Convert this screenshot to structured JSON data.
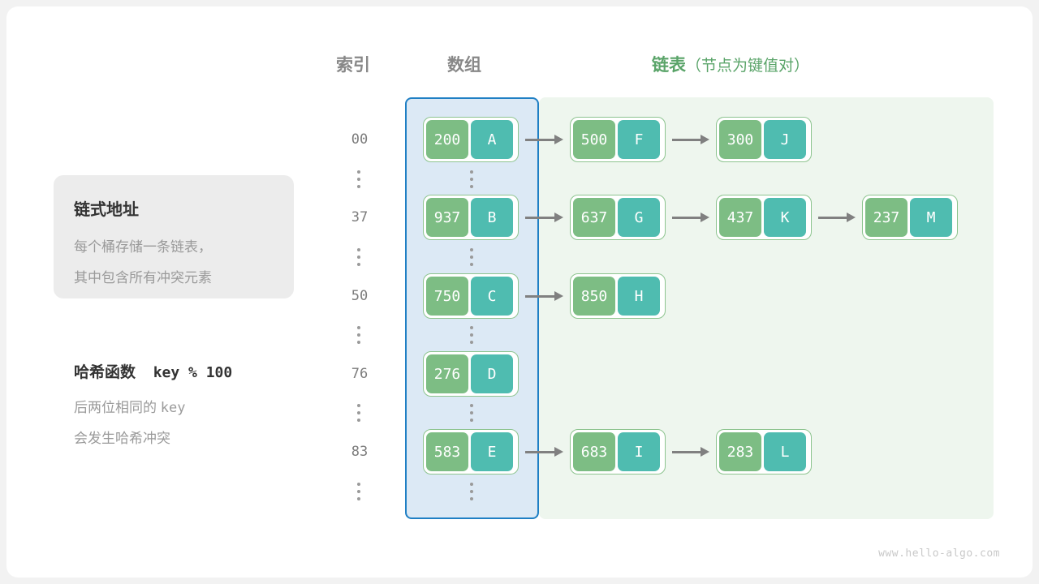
{
  "headings": {
    "index": "索引",
    "array": "数组",
    "list_main": "链表",
    "list_sub": "（节点为键值对）"
  },
  "info_card": {
    "title": "链式地址",
    "line1": "每个桶存储一条链表，",
    "line2": "其中包含所有冲突元素"
  },
  "hash_note": {
    "title_label": "哈希函数",
    "title_expr": "key % 100",
    "line1_a": "后两位相同的",
    "line1_b": "key",
    "line2": "会发生哈希冲突"
  },
  "colors": {
    "array_fill": "#dce9f5",
    "array_border": "#1f7fc4",
    "list_fill": "#eef6ee",
    "node_border": "#8dc48f",
    "node_key": "#7dbd84",
    "node_value": "#4fbcb0",
    "arrow": "#808080",
    "heading_gray": "#888888",
    "heading_green": "#5aa469"
  },
  "rows": [
    {
      "index": "00",
      "bucket": {
        "key": "200",
        "value": "A"
      },
      "chain": [
        {
          "key": "500",
          "value": "F"
        },
        {
          "key": "300",
          "value": "J"
        }
      ]
    },
    {
      "index": "37",
      "bucket": {
        "key": "937",
        "value": "B"
      },
      "chain": [
        {
          "key": "637",
          "value": "G"
        },
        {
          "key": "437",
          "value": "K"
        },
        {
          "key": "237",
          "value": "M"
        }
      ]
    },
    {
      "index": "50",
      "bucket": {
        "key": "750",
        "value": "C"
      },
      "chain": [
        {
          "key": "850",
          "value": "H"
        }
      ]
    },
    {
      "index": "76",
      "bucket": {
        "key": "276",
        "value": "D"
      },
      "chain": []
    },
    {
      "index": "83",
      "bucket": {
        "key": "583",
        "value": "E"
      },
      "chain": [
        {
          "key": "683",
          "value": "I"
        },
        {
          "key": "283",
          "value": "L"
        }
      ]
    }
  ],
  "watermark": "www.hello-algo.com"
}
